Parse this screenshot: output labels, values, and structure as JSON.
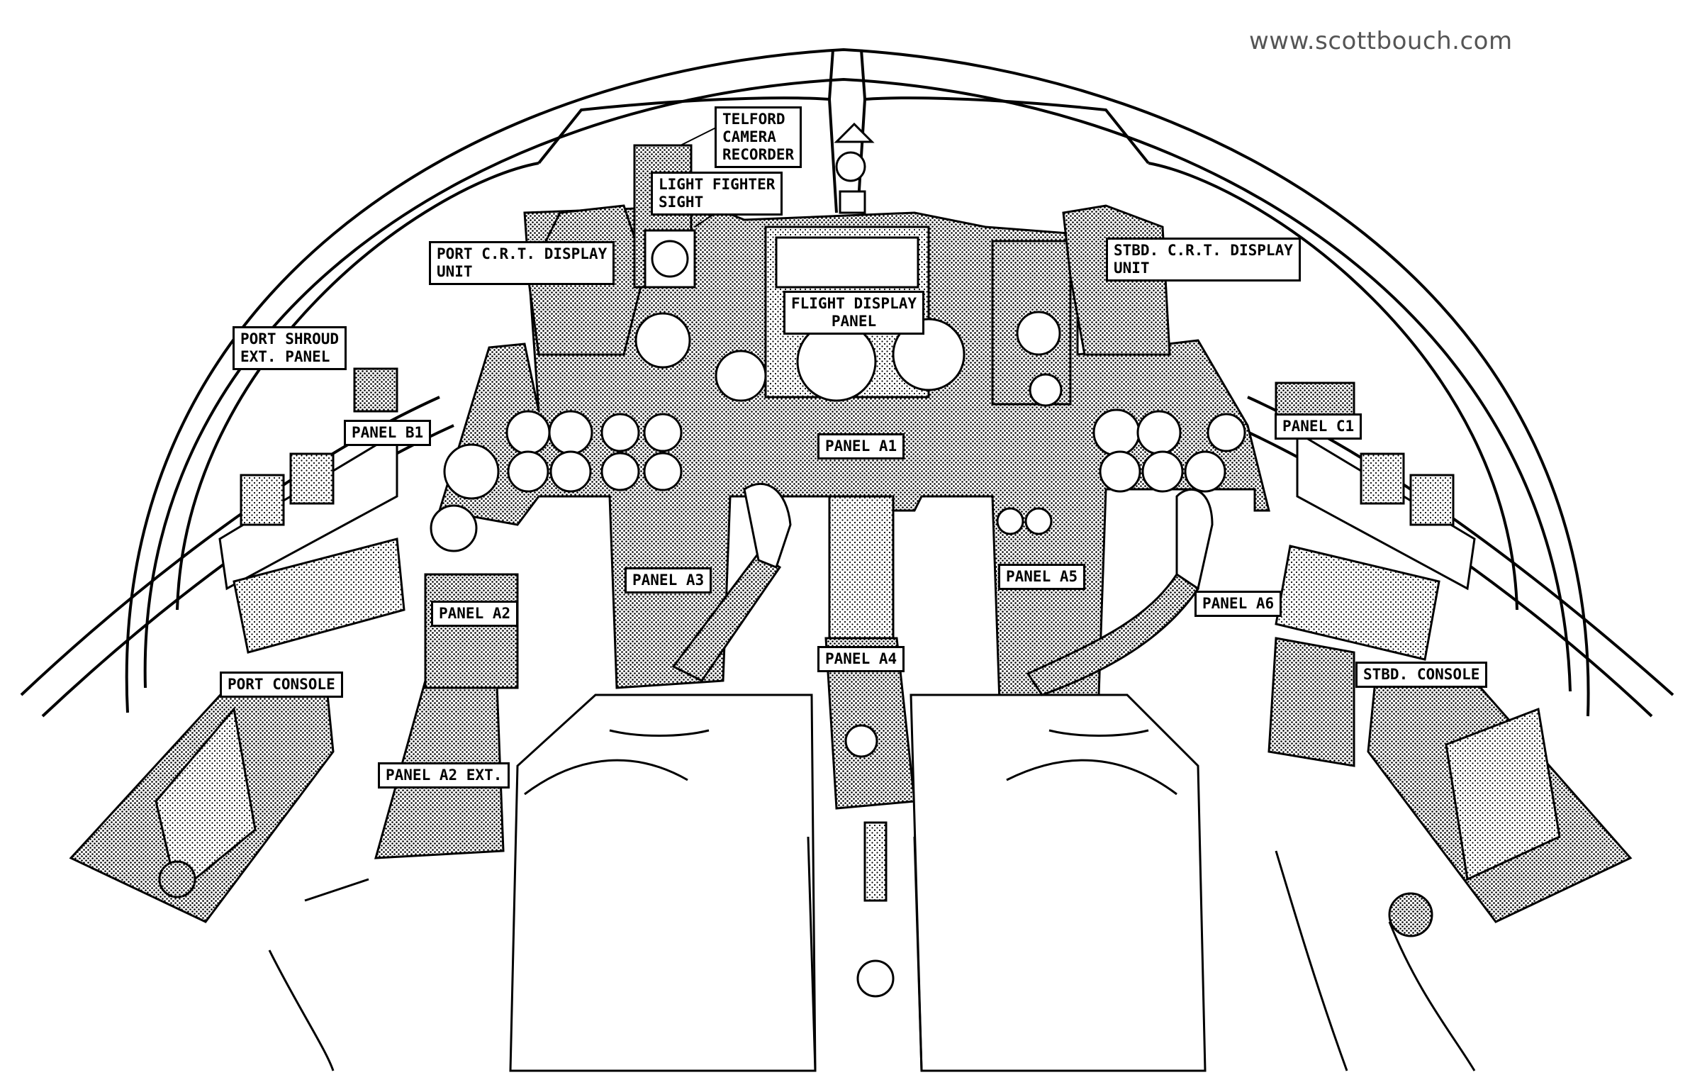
{
  "watermark": "www.scottbouch.com",
  "colors": {
    "ink": "#000000",
    "paper": "#ffffff",
    "watermark": "#555555",
    "panel_tone": "#b9b9b9"
  },
  "labels": {
    "telford": "TELFORD\nCAMERA\nRECORDER",
    "light_fighter": "LIGHT FIGHTER\nSIGHT",
    "port_crt": "PORT C.R.T. DISPLAY\nUNIT",
    "stbd_crt": "STBD. C.R.T. DISPLAY\nUNIT",
    "flight_display": "FLIGHT DISPLAY\nPANEL",
    "port_shroud": "PORT SHROUD\nEXT. PANEL",
    "panel_b1": "PANEL B1",
    "panel_c1": "PANEL C1",
    "panel_a1": "PANEL A1",
    "panel_a2": "PANEL A2",
    "panel_a3": "PANEL A3",
    "panel_a4": "PANEL A4",
    "panel_a5": "PANEL A5",
    "panel_a6": "PANEL A6",
    "port_console": "PORT CONSOLE",
    "stbd_console": "STBD. CONSOLE",
    "panel_a2_ext": "PANEL A2 EXT."
  }
}
